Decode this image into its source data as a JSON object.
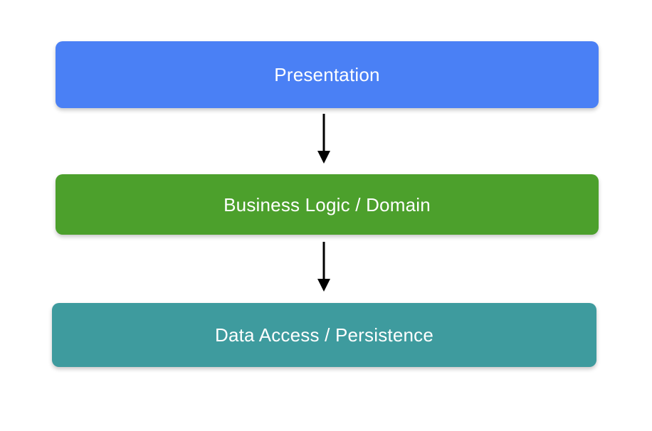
{
  "diagram": {
    "type": "layered-architecture",
    "background_color": "#ffffff",
    "layers": [
      {
        "id": "presentation",
        "label": "Presentation",
        "color": "#4a80f5",
        "text_color": "#ffffff"
      },
      {
        "id": "business-logic",
        "label": "Business Logic / Domain",
        "color": "#4ca02c",
        "text_color": "#ffffff"
      },
      {
        "id": "data-access",
        "label": "Data Access / Persistence",
        "color": "#3e9b9e",
        "text_color": "#ffffff"
      }
    ],
    "connectors": [
      {
        "id": "presentation-to-business",
        "icon": "down-arrow-icon",
        "from": "presentation",
        "to": "business-logic",
        "color": "#000000"
      },
      {
        "id": "business-to-data",
        "icon": "down-arrow-icon",
        "from": "business-logic",
        "to": "data-access",
        "color": "#000000"
      }
    ]
  }
}
